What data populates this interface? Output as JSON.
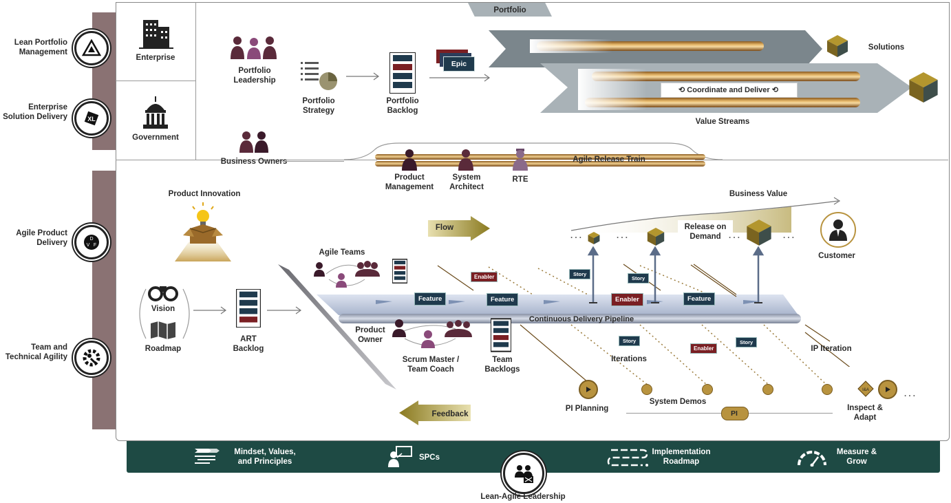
{
  "sidebar": {
    "lean_portfolio": "Lean Portfolio Management",
    "enterprise_solution": "Enterprise Solution Delivery",
    "agile_product": "Agile Product Delivery",
    "team_technical": "Team and Technical Agility"
  },
  "org": {
    "enterprise": "Enterprise",
    "government": "Government"
  },
  "portfolio": {
    "tab": "Portfolio",
    "leadership": "Portfolio Leadership",
    "strategy": "Portfolio Strategy",
    "backlog": "Portfolio Backlog",
    "epic": "Epic",
    "solutions": "Solutions",
    "coordinate": "Coordinate and Deliver",
    "value_streams": "Value Streams",
    "business_owners": "Business Owners"
  },
  "art": {
    "train": "Agile Release Train",
    "product_mgmt": "Product Management",
    "system_architect": "System Architect",
    "rte": "RTE"
  },
  "delivery": {
    "product_innovation": "Product Innovation",
    "flow": "Flow",
    "business_value": "Business Value",
    "release_on_demand": "Release on Demand",
    "customer": "Customer",
    "vision": "Vision",
    "roadmap": "Roadmap",
    "art_backlog": "ART Backlog",
    "agile_teams": "Agile Teams",
    "product_owner": "Product Owner",
    "scrum_master": "Scrum Master / Team Coach",
    "team_backlogs": "Team Backlogs",
    "pipeline": "Continuous Delivery Pipeline",
    "feature": "Feature",
    "enabler": "Enabler",
    "story": "Story",
    "iterations": "Iterations",
    "ip_iteration": "IP Iteration",
    "pi_planning": "PI Planning",
    "system_demos": "System Demos",
    "pi": "PI",
    "inspect_adapt": "Inspect & Adapt",
    "feedback": "Feedback",
    "dots": ". . ."
  },
  "footer": {
    "mindset": "Mindset, Values, and Principles",
    "spcs": "SPCs",
    "implementation": "Implementation Roadmap",
    "measure": "Measure & Grow",
    "leadership": "Lean-Agile Leadership"
  },
  "colors": {
    "teal": "#1e4a44",
    "maroon": "#7a1f23",
    "gold": "#b8933f",
    "navy": "#1f3a4d",
    "side": "#8a7273"
  }
}
